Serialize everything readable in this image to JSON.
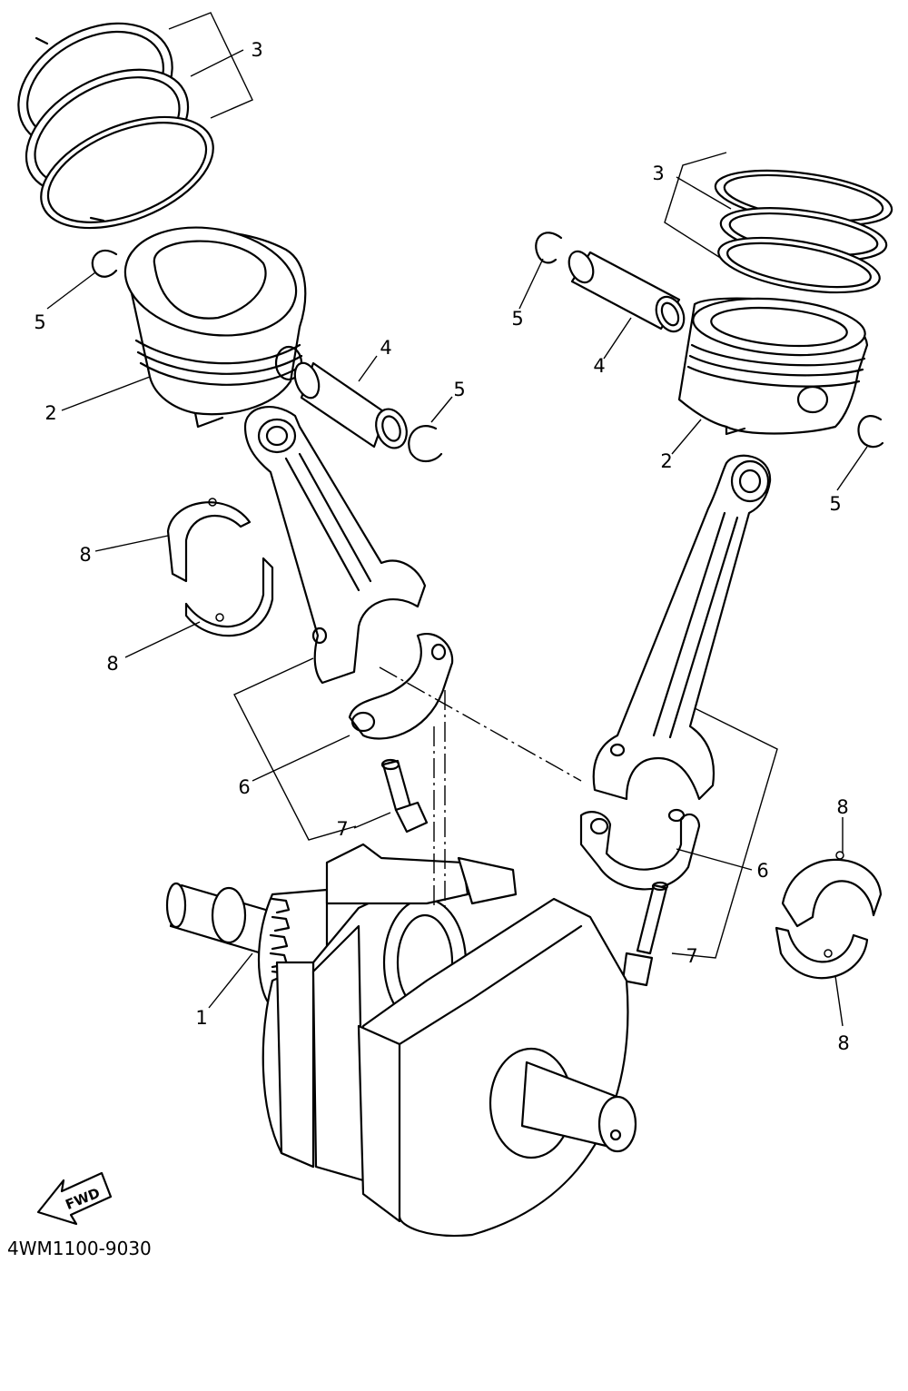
{
  "diagram": {
    "part_code": "4WM1100-9030",
    "direction_arrow": {
      "label": "FWD",
      "icon": "fwd-arrow-icon"
    },
    "callouts": {
      "crankshaft": "1",
      "piston_left": "2",
      "piston_right": "2",
      "rings_left": "3",
      "rings_right": "3",
      "pin_left": "4",
      "pin_right": "4",
      "clip_left_a": "5",
      "clip_left_b": "5",
      "clip_right_a": "5",
      "clip_right_b": "5",
      "cap_left": "6",
      "cap_right": "6",
      "bolt_left": "7",
      "bolt_right": "7",
      "bearing_left_upper": "8",
      "bearing_left_lower": "8",
      "bearing_right_upper": "8",
      "bearing_right_lower": "8"
    }
  }
}
